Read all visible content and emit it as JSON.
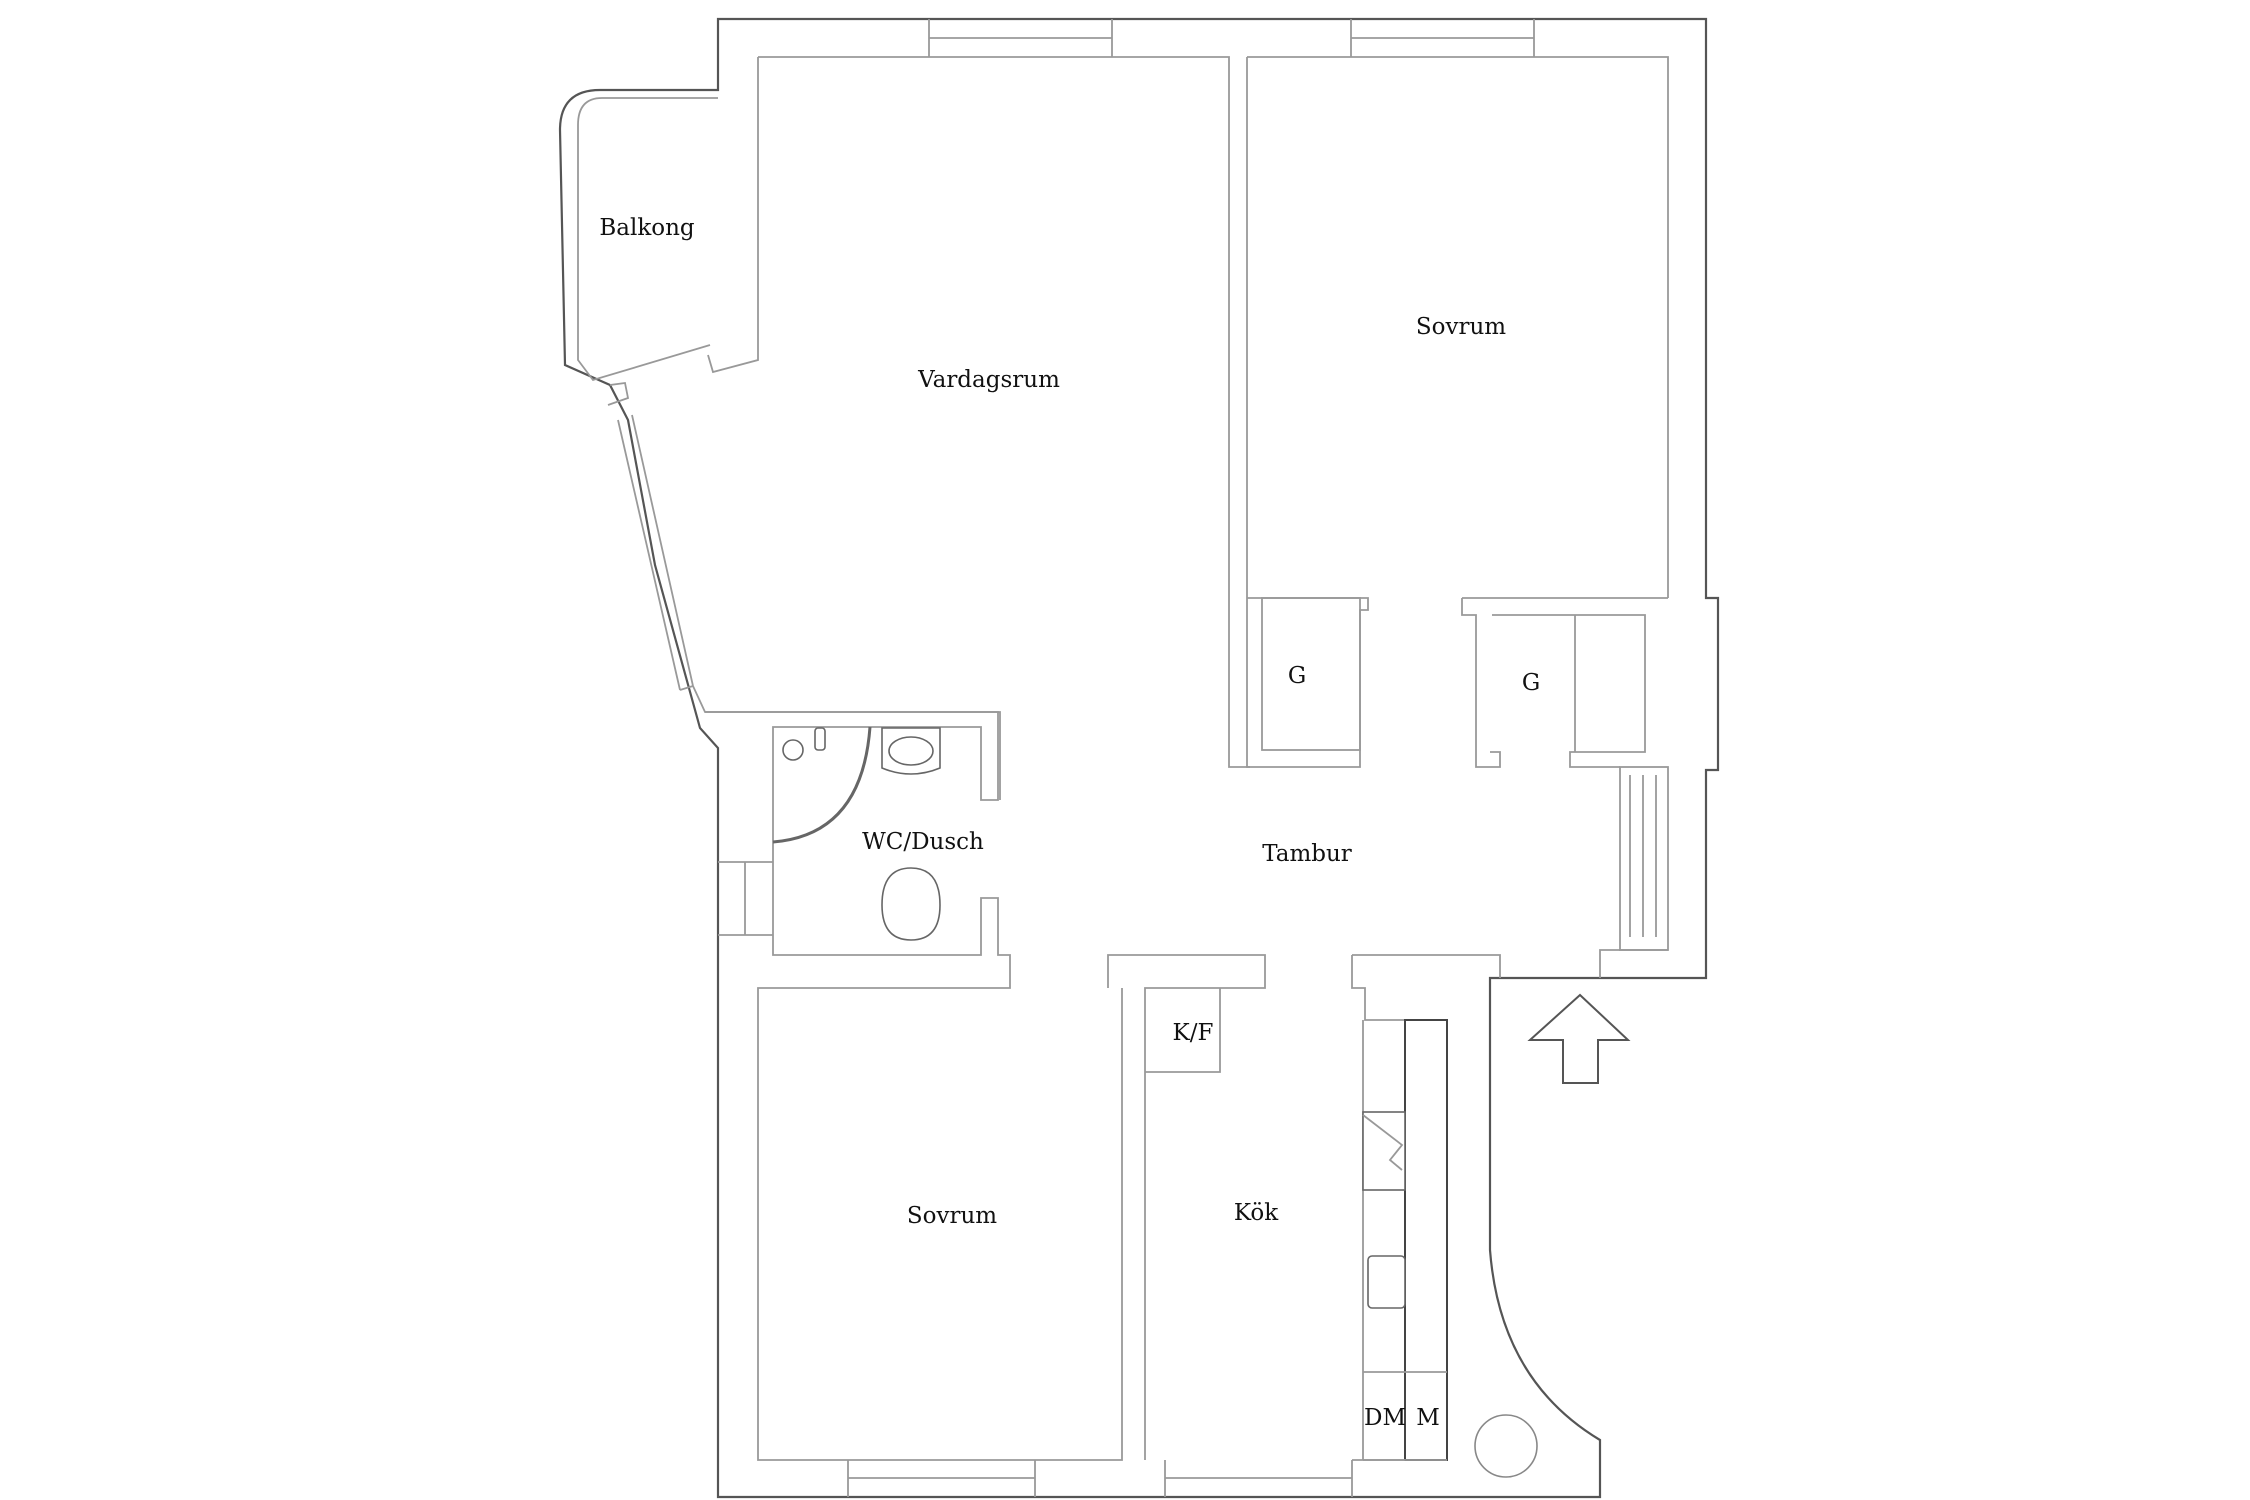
{
  "plan": {
    "type": "apartment floor plan",
    "rooms": [
      {
        "id": "balkong",
        "label": "Balkong"
      },
      {
        "id": "vardagsrum",
        "label": "Vardagsrum"
      },
      {
        "id": "sovrum1",
        "label": "Sovrum"
      },
      {
        "id": "garderob1",
        "label": "G"
      },
      {
        "id": "garderob2",
        "label": "G"
      },
      {
        "id": "wc",
        "label": "WC/Dusch"
      },
      {
        "id": "tambur",
        "label": "Tambur"
      },
      {
        "id": "kf",
        "label": "K/F"
      },
      {
        "id": "kok",
        "label": "Kök"
      },
      {
        "id": "sovrum2",
        "label": "Sovrum"
      },
      {
        "id": "dm",
        "label": "DM"
      },
      {
        "id": "m",
        "label": "M"
      }
    ],
    "entrance": "arrow-up-icon",
    "colors": {
      "walls": "#555555",
      "inner_lines": "#999999",
      "text": "#111111",
      "background": "#ffffff"
    }
  }
}
